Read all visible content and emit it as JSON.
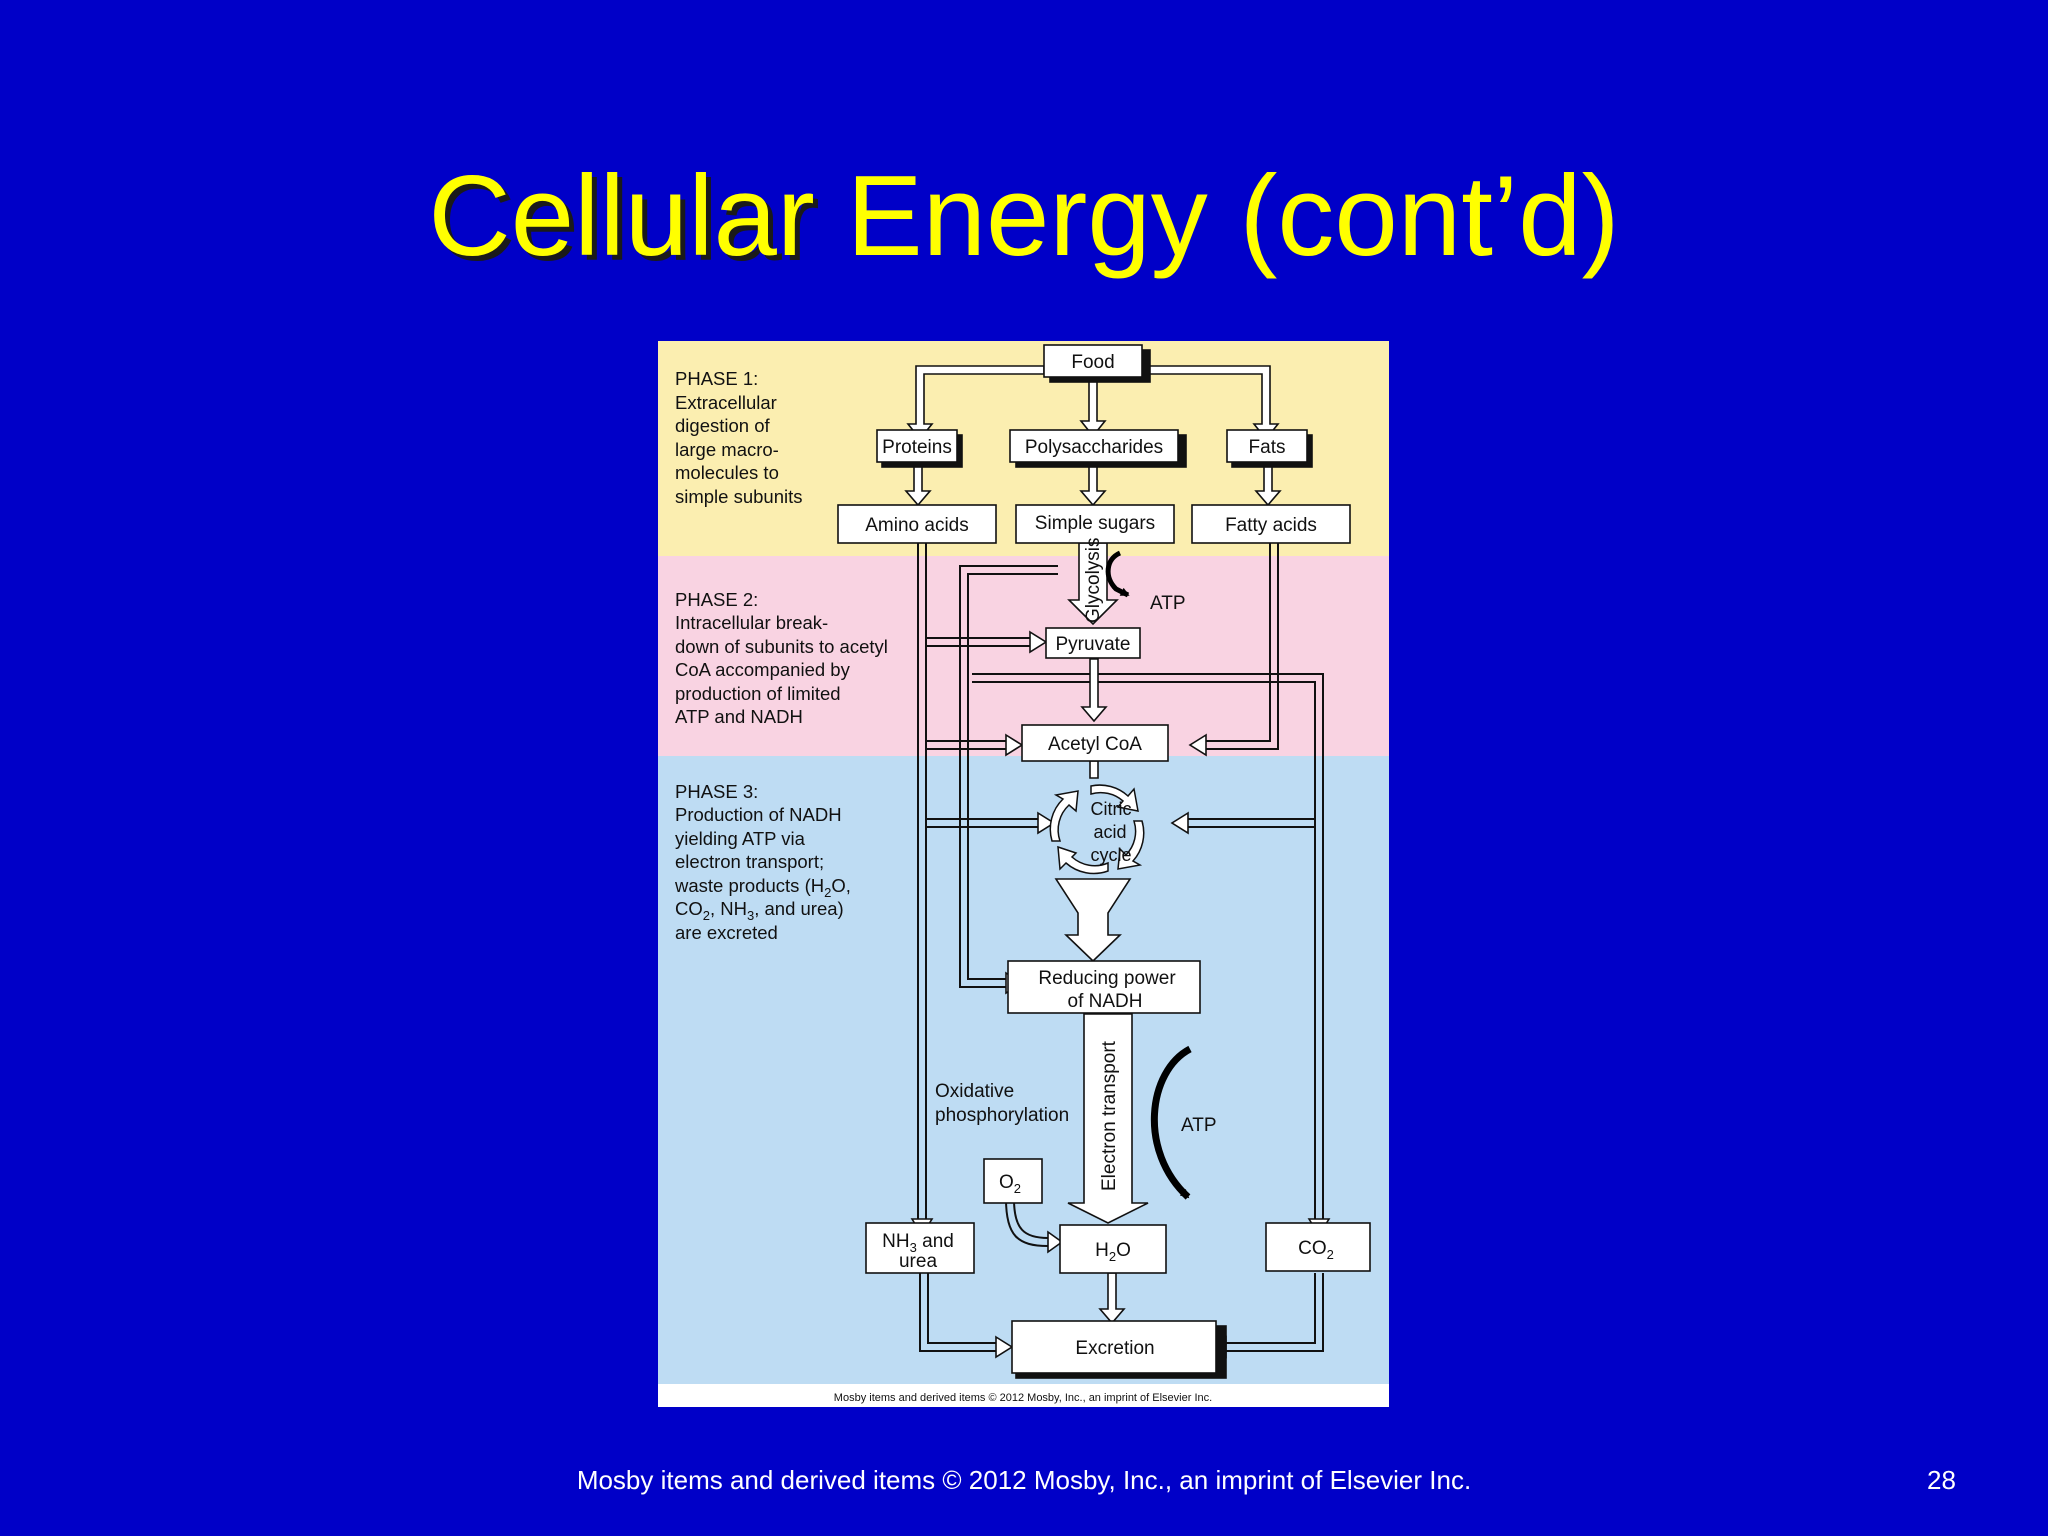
{
  "slide": {
    "title_emphasis": "Cellular",
    "title_rest": " Energy (cont’d)",
    "footer": "Mosby items and derived items © 2012 Mosby, Inc., an imprint of Elsevier Inc.",
    "page_number": "28"
  },
  "figure": {
    "phases": {
      "phase1": {
        "heading": "PHASE 1:",
        "lines": [
          "Extracellular",
          "digestion of",
          "large macro-",
          "molecules to",
          "simple subunits"
        ]
      },
      "phase2": {
        "heading": "PHASE 2:",
        "lines": [
          "Intracellular break-",
          "down of subunits to acetyl",
          "CoA accompanied by",
          "production of limited",
          "ATP and NADH"
        ]
      },
      "phase3": {
        "heading": "PHASE 3:",
        "lines": [
          "Production of NADH",
          "yielding ATP via",
          "electron transport;"
        ],
        "waste_line_1": {
          "a": "waste products (H",
          "sub": "2",
          "b": "O,"
        },
        "waste_line_2": {
          "a": "CO",
          "sub1": "2",
          "b": ", NH",
          "sub2": "3",
          "c": ", and urea)"
        },
        "last_line": "are excreted"
      }
    },
    "nodes": {
      "food": "Food",
      "proteins": "Proteins",
      "polysaccharides": "Polysaccharides",
      "fats": "Fats",
      "amino_acids": "Amino acids",
      "simple_sugars": "Simple sugars",
      "fatty_acids": "Fatty acids",
      "pyruvate": "Pyruvate",
      "acetyl_coa": "Acetyl CoA",
      "citric_cycle": [
        "Citric",
        "acid",
        "cycle"
      ],
      "reducing_power": [
        "Reducing power",
        "of NADH"
      ],
      "o2": {
        "main": "O",
        "sub": "2"
      },
      "h2o": {
        "a": "H",
        "sub": "2",
        "b": "O"
      },
      "co2": {
        "main": "CO",
        "sub": "2"
      },
      "nh3_urea": {
        "a": "NH",
        "sub": "3",
        "b": " and",
        "line2": "urea"
      },
      "excretion": "Excretion"
    },
    "labels": {
      "glycolysis": "Glycolysis",
      "atp_glycolysis": "ATP",
      "electron_transport": "Electron transport",
      "atp_oxidative": "ATP",
      "oxidative": [
        "Oxidative",
        "phosphorylation"
      ]
    },
    "credit": "Mosby items and derived items © 2012 Mosby, Inc., an imprint of Elsevier Inc."
  },
  "colors": {
    "background": "#0000c8",
    "title": "#ffff00",
    "phase1_band": "#fbeeb0",
    "phase2_band": "#f9d3e2",
    "phase3_band": "#bedcf3"
  }
}
